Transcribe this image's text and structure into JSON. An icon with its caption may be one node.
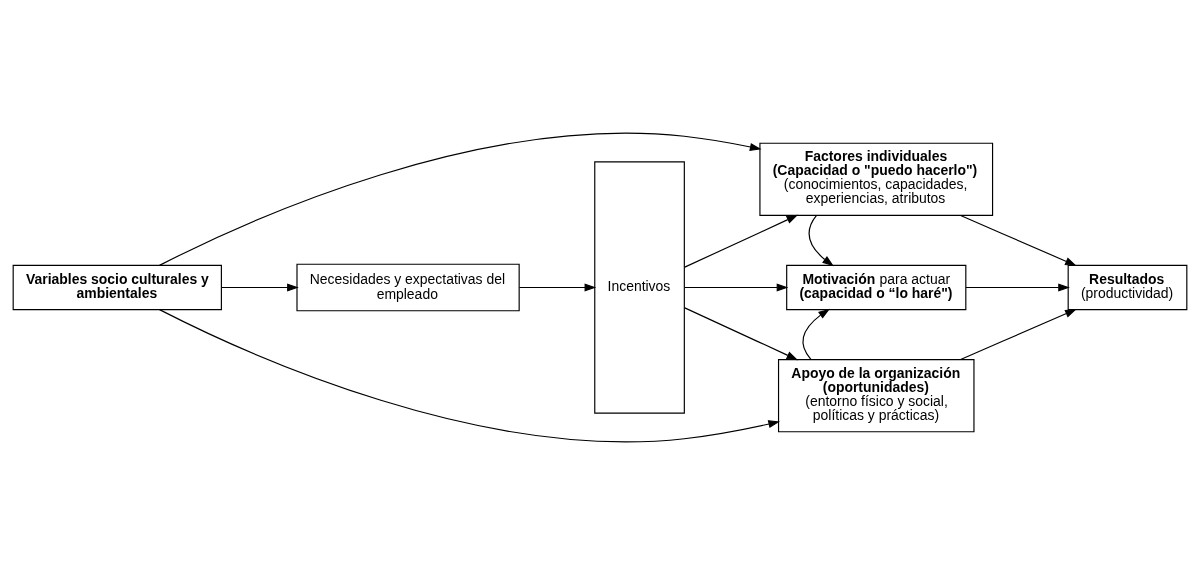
{
  "diagram": {
    "nodes": [
      {
        "text": [
          "Variables socio culturales y ambientales"
        ]
      },
      {
        "text": [
          "Necesidades y expectativas del empleado"
        ]
      },
      {
        "text": [
          "Incentivos"
        ]
      },
      {
        "text": [
          "Factores individuales (Capacidad o \"puedo hacerlo\")",
          "(conocimientos, capacidades, experiencias, atributos"
        ]
      },
      {
        "text": [
          "**Motivación** para actuar **(capacidad o “lo haré\")**"
        ]
      },
      {
        "text": [
          "Apoyo de la organización (oportunidades)",
          "(entorno físico y social, políticas y prácticas)"
        ]
      },
      {
        "text": [
          "Resultados",
          "(productividad)"
        ]
      }
    ],
    "edges": [
      {
        "from": 0,
        "to": 3,
        "arrow": "to"
      },
      {
        "from": 0,
        "to": 1,
        "arrow": "to"
      },
      {
        "from": 0,
        "to": 5,
        "arrow": "to"
      },
      {
        "from": 1,
        "to": 2,
        "arrow": "to"
      },
      {
        "from": 2,
        "to": 3,
        "arrow": "to"
      },
      {
        "from": 2,
        "to": 4,
        "arrow": "to"
      },
      {
        "from": 2,
        "to": 5,
        "arrow": "to"
      },
      {
        "from": 3,
        "to": 4,
        "arrow": "to"
      },
      {
        "from": 5,
        "to": 4,
        "arrow": "to"
      },
      {
        "from": 3,
        "to": 6,
        "arrow": "to"
      },
      {
        "from": 4,
        "to": 6,
        "arrow": "to"
      },
      {
        "from": 5,
        "to": 6,
        "arrow": "to"
      }
    ]
  }
}
